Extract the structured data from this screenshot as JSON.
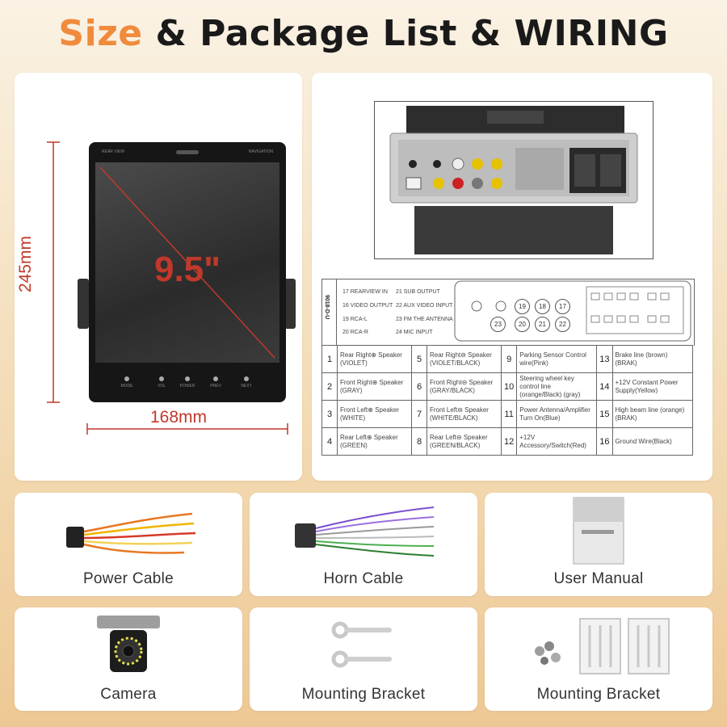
{
  "header": {
    "title_accent": "Size",
    "title_rest": " & Package List & WIRING"
  },
  "device": {
    "height_dim": "245mm",
    "width_dim": "168mm",
    "screen_size": "9.5\"",
    "label_left": "REAR VIEW",
    "label_right": "NAVIGATION",
    "buttons": [
      "MODE",
      "VOL",
      "POWER",
      "PREV",
      "NEXT"
    ]
  },
  "wiring": {
    "side_code": "9018-D-U",
    "pin_labels": [
      {
        "n": "17",
        "t": "REARVIEW IN"
      },
      {
        "n": "16",
        "t": "VIDEO OUTPUT"
      },
      {
        "n": "19",
        "t": "RCA-L"
      },
      {
        "n": "20",
        "t": "RCA-R"
      },
      {
        "n": "21",
        "t": "SUB OUTPUT"
      },
      {
        "n": "22",
        "t": "AUX VIDEO INPUT"
      },
      {
        "n": "23",
        "t": "FM THE ANTENNA"
      },
      {
        "n": "24",
        "t": "MIC INPUT"
      }
    ],
    "connector_numbers": [
      "19",
      "18",
      "17",
      "23",
      "20",
      "21",
      "22"
    ],
    "rows": [
      [
        {
          "n": "1",
          "t": "Rear Right⊕ Speaker (VIOLET)"
        },
        {
          "n": "5",
          "t": "Rear Right⊖ Speaker (VIOLET/BLACK)"
        },
        {
          "n": "9",
          "t": "Parking Sensor Control wire(Pink)"
        },
        {
          "n": "13",
          "t": "Brake line (brown) (BRAK)"
        }
      ],
      [
        {
          "n": "2",
          "t": "Front Right⊕ Speaker (GRAY)"
        },
        {
          "n": "6",
          "t": "Front Right⊖ Speaker (GRAY/BLACK)"
        },
        {
          "n": "10",
          "t": "Steering wheel key control line (orange/Black) (gray)"
        },
        {
          "n": "14",
          "t": "+12V Constant Power Supply(Yellow)"
        }
      ],
      [
        {
          "n": "3",
          "t": "Front Left⊕ Speaker (WHITE)"
        },
        {
          "n": "7",
          "t": "Front Left⊖ Speaker (WHITE/BLACK)"
        },
        {
          "n": "11",
          "t": "Power Antenna/Amplifier Turn On(Blue)"
        },
        {
          "n": "15",
          "t": "High beam line (orange) (BRAK)"
        }
      ],
      [
        {
          "n": "4",
          "t": "Rear Left⊕ Speaker (GREEN)"
        },
        {
          "n": "8",
          "t": "Rear Left⊖ Speaker (GREEN/BLACK)"
        },
        {
          "n": "12",
          "t": "+12V Accessory/Switch(Red)"
        },
        {
          "n": "16",
          "t": "Ground Wire(Black)"
        }
      ]
    ]
  },
  "package": [
    {
      "label": "Power Cable",
      "icon": "power-cable-icon"
    },
    {
      "label": "Horn Cable",
      "icon": "horn-cable-icon"
    },
    {
      "label": "User Manual",
      "icon": "user-manual-icon"
    },
    {
      "label": "Camera",
      "icon": "camera-icon"
    },
    {
      "label": "Mounting Bracket",
      "icon": "screw-icon"
    },
    {
      "label": "Mounting Bracket",
      "icon": "bracket-icon"
    }
  ],
  "colors": {
    "accent": "#f08a3c",
    "dimension": "#c0392b"
  }
}
